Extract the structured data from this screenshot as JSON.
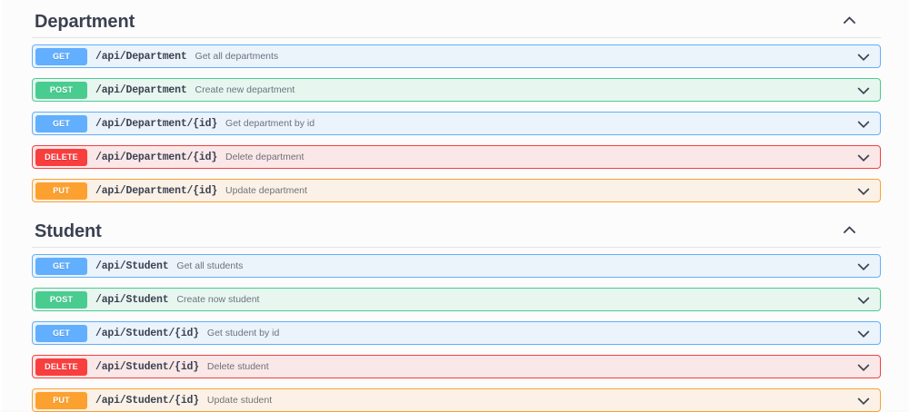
{
  "colors": {
    "get": "#61affe",
    "post": "#49cc90",
    "put": "#fca130",
    "delete": "#f93e3e",
    "get_bg": "#ebf3fb",
    "post_bg": "#e8f6f0",
    "put_bg": "#fbf1e6",
    "delete_bg": "#fae7e7",
    "text": "#3b4151",
    "page_bg": "#fcfcfc"
  },
  "sections": [
    {
      "title": "Department",
      "expanded": true,
      "toggle_icon": "chevron-up-icon",
      "operations": [
        {
          "method": "GET",
          "path": "/api/Department",
          "description": "Get all departments",
          "expand_icon": "chevron-down-icon"
        },
        {
          "method": "POST",
          "path": "/api/Department",
          "description": "Create new department",
          "expand_icon": "chevron-down-icon"
        },
        {
          "method": "GET",
          "path": "/api/Department/{id}",
          "description": "Get department by id",
          "expand_icon": "chevron-down-icon"
        },
        {
          "method": "DELETE",
          "path": "/api/Department/{id}",
          "description": "Delete department",
          "expand_icon": "chevron-down-icon"
        },
        {
          "method": "PUT",
          "path": "/api/Department/{id}",
          "description": "Update department",
          "expand_icon": "chevron-down-icon"
        }
      ]
    },
    {
      "title": "Student",
      "expanded": true,
      "toggle_icon": "chevron-up-icon",
      "operations": [
        {
          "method": "GET",
          "path": "/api/Student",
          "description": "Get all students",
          "expand_icon": "chevron-down-icon"
        },
        {
          "method": "POST",
          "path": "/api/Student",
          "description": "Create now student",
          "expand_icon": "chevron-down-icon"
        },
        {
          "method": "GET",
          "path": "/api/Student/{id}",
          "description": "Get student by id",
          "expand_icon": "chevron-down-icon"
        },
        {
          "method": "DELETE",
          "path": "/api/Student/{id}",
          "description": "Delete student",
          "expand_icon": "chevron-down-icon"
        },
        {
          "method": "PUT",
          "path": "/api/Student/{id}",
          "description": "Update student",
          "expand_icon": "chevron-down-icon"
        }
      ]
    }
  ]
}
